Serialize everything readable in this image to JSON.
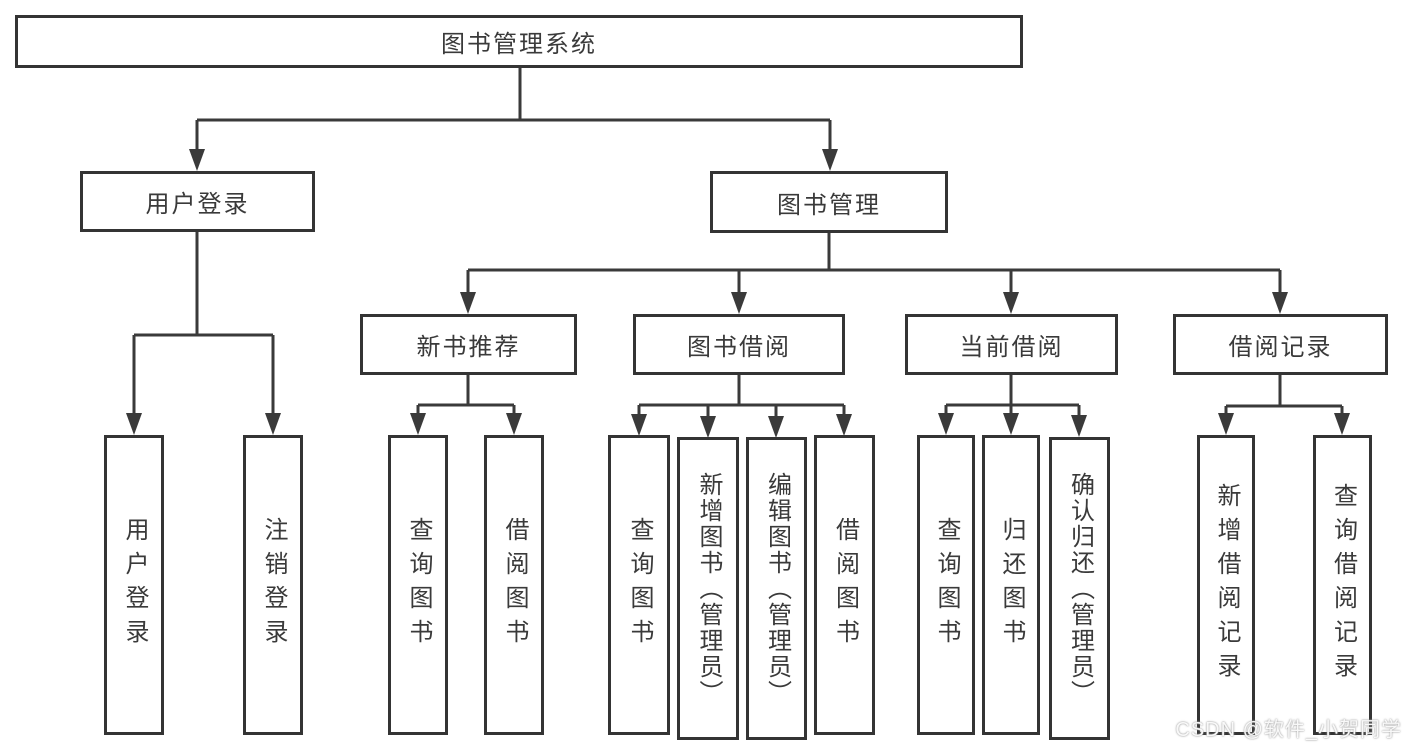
{
  "tree": {
    "root": {
      "label": "图书管理系统"
    },
    "branches": [
      {
        "label": "用户登录",
        "children": [
          {
            "label": "用户登录"
          },
          {
            "label": "注销登录"
          }
        ]
      },
      {
        "label": "图书管理",
        "children": [
          {
            "label": "新书推荐",
            "children": [
              {
                "label": "查询图书"
              },
              {
                "label": "借阅图书"
              }
            ]
          },
          {
            "label": "图书借阅",
            "children": [
              {
                "label": "查询图书"
              },
              {
                "label": "新增图书（管理员）"
              },
              {
                "label": "编辑图书（管理员）"
              },
              {
                "label": "借阅图书"
              }
            ]
          },
          {
            "label": "当前借阅",
            "children": [
              {
                "label": "查询图书"
              },
              {
                "label": "归还图书"
              },
              {
                "label": "确认归还（管理员）"
              }
            ]
          },
          {
            "label": "借阅记录",
            "children": [
              {
                "label": "新增借阅记录"
              },
              {
                "label": "查询借阅记录"
              }
            ]
          }
        ]
      }
    ]
  },
  "watermark": {
    "text": "CSDN @软件_小贺同学"
  },
  "colors": {
    "line": "#3a3a3a",
    "box_border": "#343434",
    "text": "#3a3a3a",
    "background": "#ffffff",
    "watermark": "#c9c9c9"
  }
}
